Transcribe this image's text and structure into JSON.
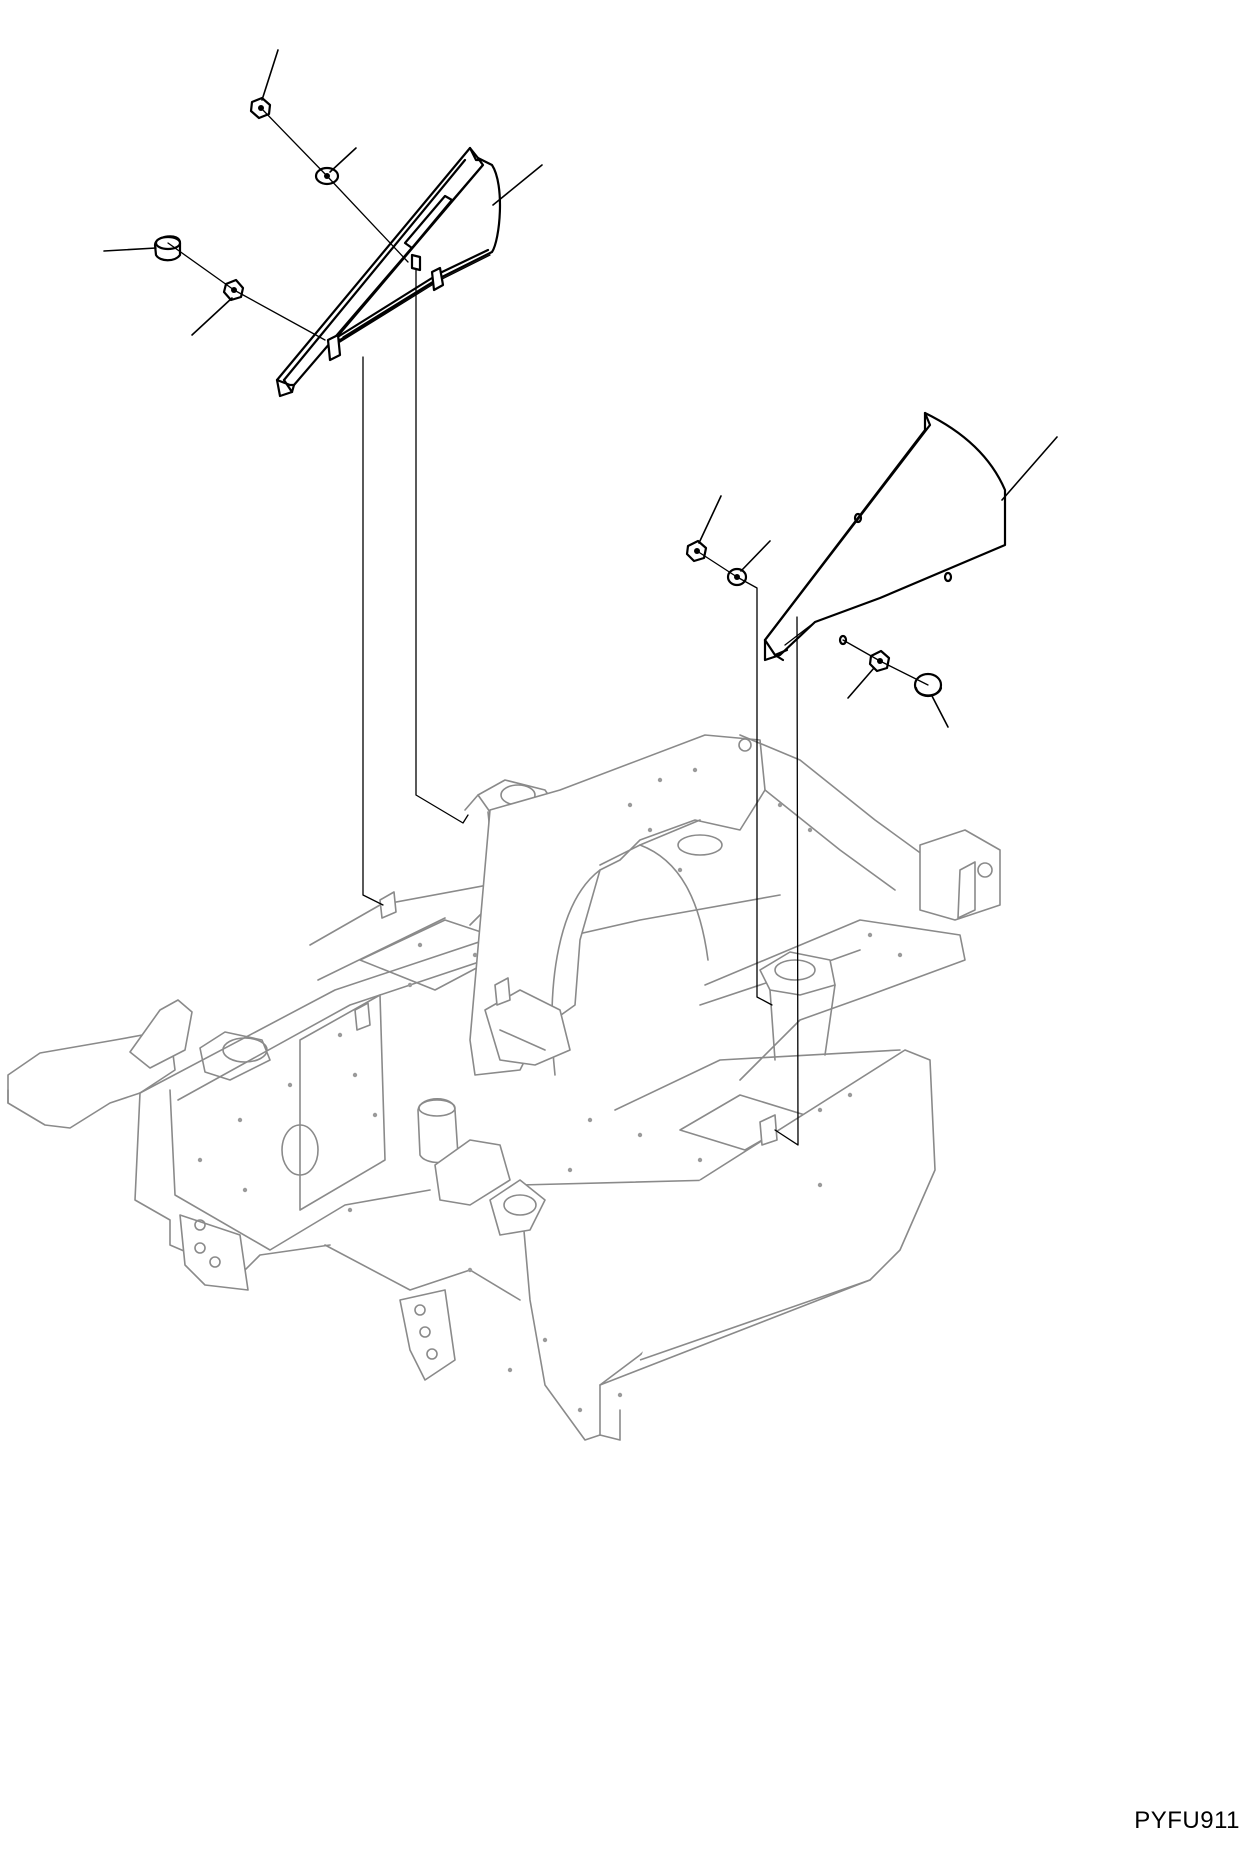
{
  "figure": {
    "id": "PYFU911"
  },
  "parts": [
    {
      "name": "cover-upper-left",
      "kind": "cover"
    },
    {
      "name": "cover-right",
      "kind": "cover"
    },
    {
      "name": "bolt",
      "kind": "fastener"
    },
    {
      "name": "washer",
      "kind": "fastener"
    },
    {
      "name": "cap",
      "kind": "fastener"
    }
  ]
}
